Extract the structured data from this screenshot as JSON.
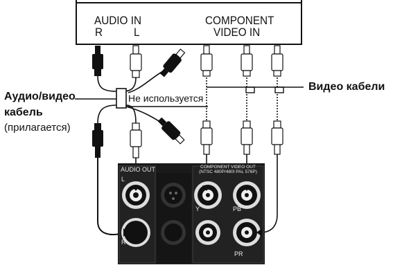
{
  "top_panel": {
    "audio_in_label": "AUDIO IN",
    "audio_r_label": "R",
    "audio_l_label": "L",
    "component_line1": "COMPONENT",
    "component_line2": "VIDEO IN"
  },
  "callouts": {
    "av_cable_line1": "Аудио/видео",
    "av_cable_line2": "кабель",
    "av_cable_line3": "(прилагается)",
    "not_used": "Не используется",
    "video_cables": "Видео кабели"
  },
  "device_panel": {
    "audio_out_label": "AUDIO OUT",
    "component_out_line1": "COMPONENT VIDEO OUT",
    "component_out_line2": "(NTSC 480P/480I PAL 576P)",
    "jack_labels": [
      "L",
      "R",
      "Y",
      "PB",
      "PR"
    ]
  },
  "colors": {
    "background": "#ffffff",
    "line": "#111111",
    "device_panel": "#1a1a1a",
    "plug_black": "#111111",
    "plug_white": "#ffffff"
  }
}
